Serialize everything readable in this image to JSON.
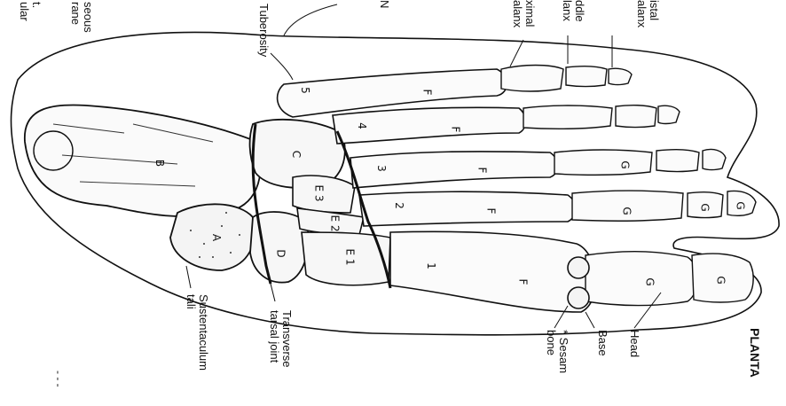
{
  "diagram": {
    "title": "PLANTA",
    "labels": {
      "tuberosity": "Tuberosity",
      "proximal_phalanx": [
        "ximal",
        "alanx"
      ],
      "middle_phalanx": [
        "ddle",
        "lanx"
      ],
      "distal_phalanx": [
        "istal",
        "alanx"
      ],
      "interosseous": [
        "seous",
        "rane",
        "t.",
        "ular"
      ],
      "sustentaculum": [
        "Sustentaculum",
        "tali"
      ],
      "transverse_tarsal": [
        "Transverse",
        "tarsal joint"
      ],
      "sesamoid": [
        "* Sesam",
        "bone"
      ],
      "base": "Base",
      "head": "Head",
      "letter_n": "N",
      "dots": "- - -"
    },
    "bone_letters": {
      "calcaneus": "B",
      "talus": "A",
      "cuboid": "C",
      "navicular": "D",
      "cuneiform_1": "E 1",
      "cuneiform_2": "E 2",
      "cuneiform_3": "E 3",
      "metatarsal_1": "1",
      "metatarsal_2": "2",
      "metatarsal_3": "3",
      "metatarsal_4": "4",
      "metatarsal_5": "5",
      "metatarsal_shaft": "F",
      "phalanx": "G"
    }
  }
}
